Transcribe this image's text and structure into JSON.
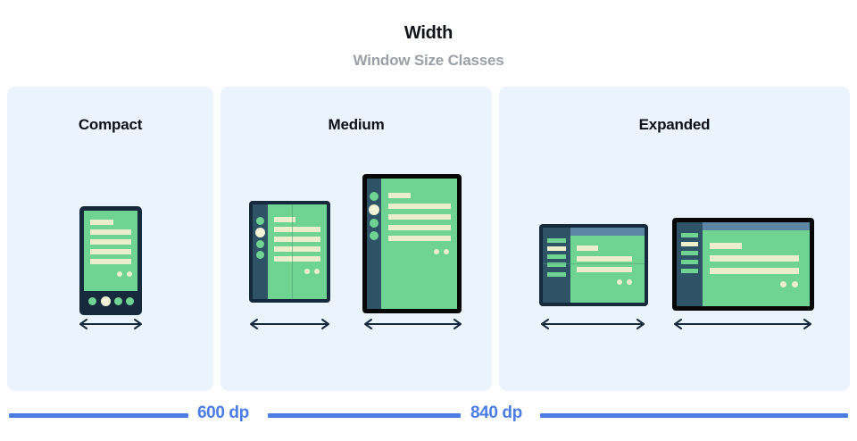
{
  "header": {
    "title": "Width",
    "subtitle": "Window Size Classes"
  },
  "panels": [
    {
      "id": "compact",
      "title": "Compact"
    },
    {
      "id": "medium",
      "title": "Medium"
    },
    {
      "id": "expanded",
      "title": "Expanded"
    }
  ],
  "devices": [
    {
      "panel": "compact",
      "name": "phone-portrait",
      "frame": "navy"
    },
    {
      "panel": "medium",
      "name": "foldable-portrait-open",
      "frame": "navy"
    },
    {
      "panel": "medium",
      "name": "tablet-portrait",
      "frame": "black"
    },
    {
      "panel": "expanded",
      "name": "foldable-landscape-open",
      "frame": "navy"
    },
    {
      "panel": "expanded",
      "name": "tablet-landscape",
      "frame": "black"
    }
  ],
  "measure": {
    "breakpoints": [
      {
        "label": "600 dp"
      },
      {
        "label": "840 dp"
      }
    ]
  },
  "colors": {
    "panel_bg": "#ebf3fd",
    "accent_blue": "#4a7ce4",
    "screen_green": "#6fd492",
    "content_cream": "#edefcc",
    "frame_navy": "#17293d",
    "frame_black": "#070707",
    "rail_blue": "#2e5366",
    "topbar_blue": "#5d86a5",
    "title_dark": "#0d1117",
    "subtitle_gray": "#9aa0a6"
  }
}
